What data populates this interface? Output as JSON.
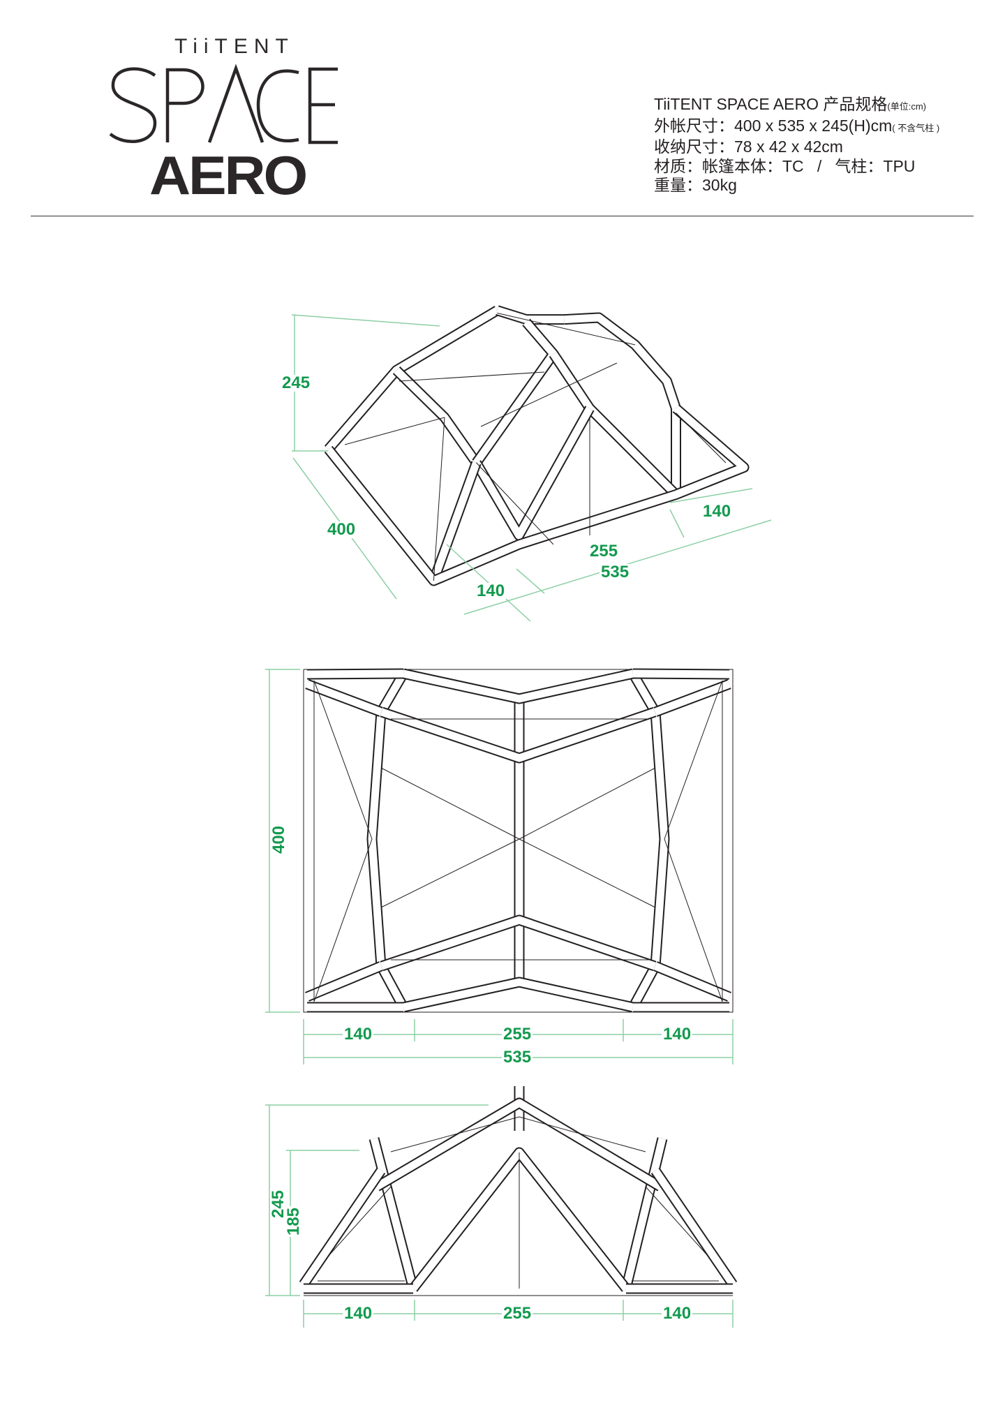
{
  "logo": {
    "brand": "TiiTENT",
    "line1": "SPACE",
    "line2": "AERO"
  },
  "specs": {
    "title": "TiiTENT SPACE AERO 产品规格",
    "title_unit": "(单位:cm)",
    "outer_size": "外帐尺寸：400 x 535 x 245(H)cm",
    "outer_note": "( 不含气柱 )",
    "packed_size": "收纳尺寸：78 x 42 x 42cm",
    "material": "材质：帐篷本体：TC   /   气柱：TPU",
    "weight": "重量：30kg"
  },
  "colors": {
    "dimension": "#129a4e",
    "dimension_line": "#8ccfa4",
    "drawing": "#231f20"
  },
  "isometric_view": {
    "height": "245",
    "width": "400",
    "side_right": "140",
    "middle": "255",
    "length": "535",
    "side_left": "140"
  },
  "top_view": {
    "width": "400",
    "side_left": "140",
    "middle": "255",
    "side_right": "140",
    "length": "535"
  },
  "front_view": {
    "height": "245",
    "wall_height": "185",
    "side_left": "140",
    "middle": "255",
    "side_right": "140"
  }
}
